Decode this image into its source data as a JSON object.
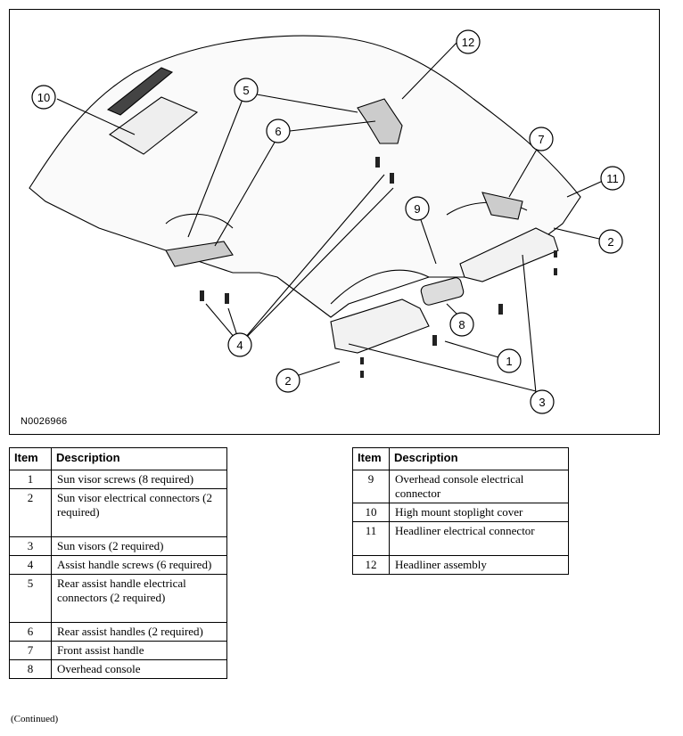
{
  "figure": {
    "id": "N0026966",
    "callouts": [
      "1",
      "2",
      "3",
      "4",
      "5",
      "6",
      "7",
      "8",
      "9",
      "10",
      "11",
      "12"
    ]
  },
  "table_left": {
    "headers": {
      "item": "Item",
      "description": "Description"
    },
    "rows": [
      {
        "item": "1",
        "description": "Sun visor screws (8 required)"
      },
      {
        "item": "2",
        "description": "Sun visor electrical connectors (2 required)"
      },
      {
        "item": "3",
        "description": "Sun visors (2 required)"
      },
      {
        "item": "4",
        "description": "Assist handle screws (6 required)"
      },
      {
        "item": "5",
        "description": "Rear assist handle electrical connectors (2 required)"
      },
      {
        "item": "6",
        "description": "Rear assist handles (2 required)"
      },
      {
        "item": "7",
        "description": "Front assist handle"
      },
      {
        "item": "8",
        "description": "Overhead console"
      }
    ]
  },
  "table_right": {
    "headers": {
      "item": "Item",
      "description": "Description"
    },
    "rows": [
      {
        "item": "9",
        "description": "Overhead console electrical connector"
      },
      {
        "item": "10",
        "description": "High mount stoplight cover"
      },
      {
        "item": "11",
        "description": "Headliner electrical connector"
      },
      {
        "item": "12",
        "description": "Headliner assembly"
      }
    ]
  },
  "continued": "(Continued)"
}
